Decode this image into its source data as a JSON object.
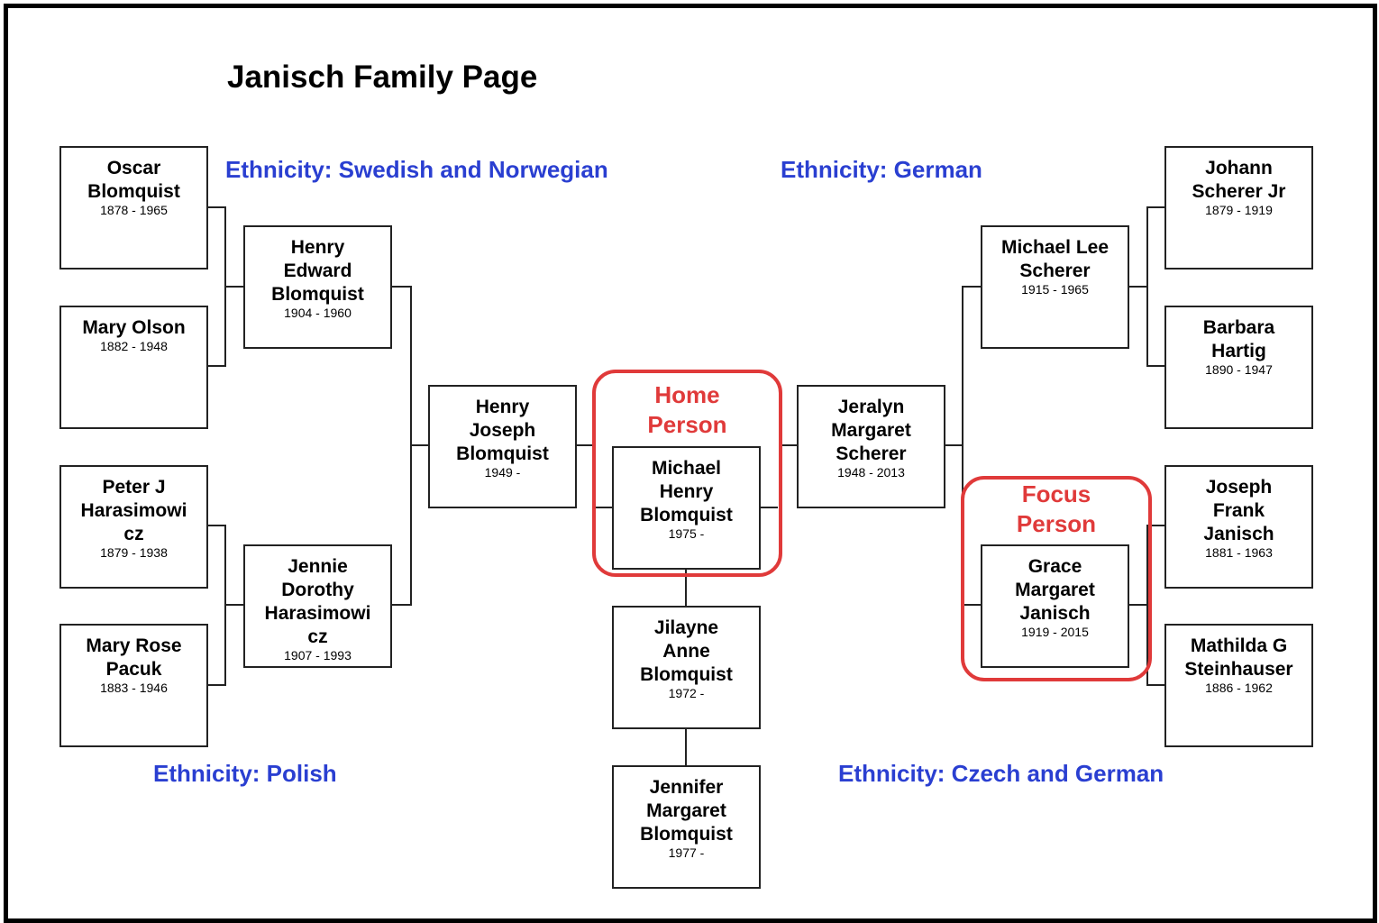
{
  "title": "Janisch Family Page",
  "accent_colors": {
    "ethnicity_text": "#2a3fd1",
    "highlight": "#e03a3a"
  },
  "ethnicities": {
    "top_left": "Ethnicity: Swedish and Norwegian",
    "top_right": "Ethnicity: German",
    "bottom_left": "Ethnicity: Polish",
    "bottom_right": "Ethnicity: Czech and German"
  },
  "highlights": {
    "home": "Home\nPerson",
    "focus": "Focus\nPerson"
  },
  "people": {
    "oscar": {
      "name": "Oscar\nBlomquist",
      "dates": "1878 - 1965"
    },
    "mary_olson": {
      "name": "Mary Olson",
      "dates": "1882 - 1948"
    },
    "peter": {
      "name": "Peter J\nHarasimowi\ncz",
      "dates": "1879 - 1938"
    },
    "mary_rose": {
      "name": "Mary Rose\nPacuk",
      "dates": "1883 - 1946"
    },
    "henry_edward": {
      "name": "Henry\nEdward\nBlomquist",
      "dates": "1904 - 1960"
    },
    "jennie": {
      "name": "Jennie\nDorothy\nHarasimowi\ncz",
      "dates": "1907 - 1993"
    },
    "henry_joseph": {
      "name": "Henry\nJoseph\nBlomquist",
      "dates": "1949 -"
    },
    "michael_henry": {
      "name": "Michael\nHenry\nBlomquist",
      "dates": "1975 -"
    },
    "jilayne": {
      "name": "Jilayne\nAnne\nBlomquist",
      "dates": "1972 -"
    },
    "jennifer": {
      "name": "Jennifer\nMargaret\nBlomquist",
      "dates": "1977 -"
    },
    "jeralyn": {
      "name": "Jeralyn\nMargaret\nScherer",
      "dates": "1948 - 2013"
    },
    "michael_lee": {
      "name": "Michael Lee\nScherer",
      "dates": "1915 - 1965"
    },
    "grace": {
      "name": "Grace\nMargaret\nJanisch",
      "dates": "1919 - 2015"
    },
    "johann": {
      "name": "Johann\nScherer Jr",
      "dates": "1879 - 1919"
    },
    "barbara": {
      "name": "Barbara\nHartig",
      "dates": "1890 - 1947"
    },
    "joseph_frank": {
      "name": "Joseph\nFrank\nJanisch",
      "dates": "1881 - 1963"
    },
    "mathilda": {
      "name": "Mathilda G\nSteinhauser",
      "dates": "1886 - 1962"
    }
  }
}
